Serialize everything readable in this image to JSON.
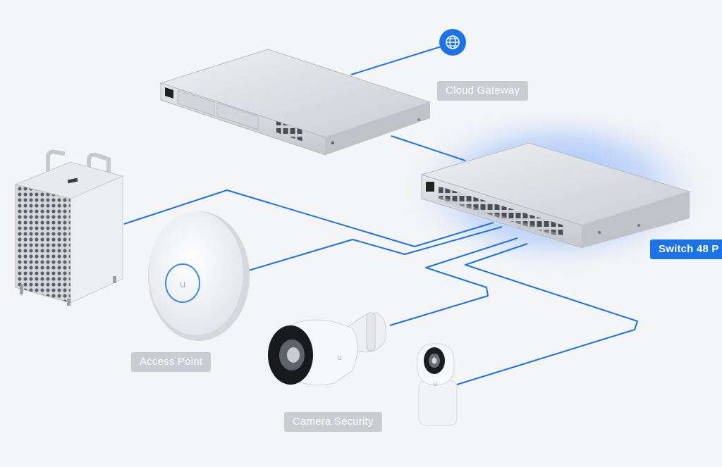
{
  "labels": {
    "cloud_gateway": "Cloud Gateway",
    "switch": "Switch 48 P",
    "access_point": "Access Point",
    "camera_security": "Camera Security"
  },
  "colors": {
    "background": "#f4f5f6",
    "link_line": "#1a73e8",
    "accent": "#1a73e8",
    "label_gray": "#c9ccd0",
    "device_body": "#dcdfe3"
  },
  "icons": {
    "internet": "globe-icon",
    "brand": "ubiquiti-u-logo"
  }
}
